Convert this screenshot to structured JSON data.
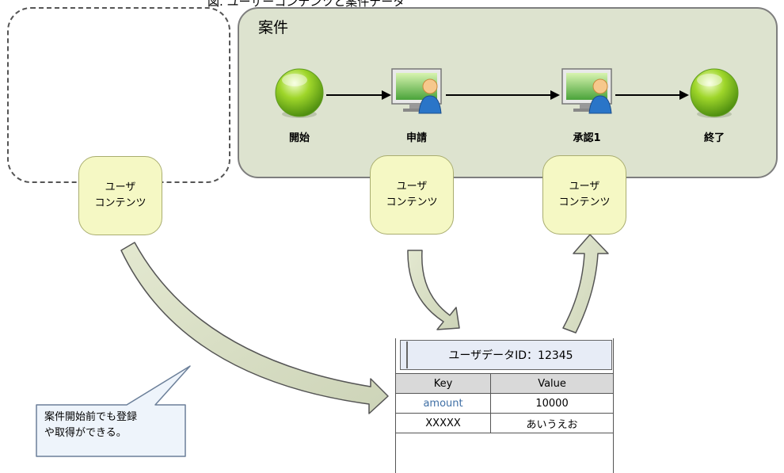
{
  "caption": "図. ユーザーコンテンツと案件データ",
  "case_area": {
    "title": "案件"
  },
  "flow_nodes": [
    {
      "label": "開始",
      "icon": "green-ball-icon"
    },
    {
      "label": "申請",
      "icon": "user-monitor-icon"
    },
    {
      "label": "承認1",
      "icon": "user-monitor-icon"
    },
    {
      "label": "終了",
      "icon": "green-ball-icon"
    }
  ],
  "user_contents": [
    {
      "line1": "ユーザ",
      "line2": "コンテンツ"
    },
    {
      "line1": "ユーザ",
      "line2": "コンテンツ"
    },
    {
      "line1": "ユーザ",
      "line2": "コンテンツ"
    }
  ],
  "data_table": {
    "title": "ユーザデータID：12345",
    "headers": [
      "Key",
      "Value"
    ],
    "rows": [
      {
        "key": "amount",
        "value": "10000"
      },
      {
        "key": "XXXXX",
        "value": "あいうえお"
      }
    ]
  },
  "callout": {
    "line1": "案件開始前でも登録",
    "line2": "や取得ができる。"
  },
  "colors": {
    "case_bg": "#dde3cf",
    "content_bg": "#f5f8c4",
    "table_header_bg": "#e7ecf6",
    "key_blue": "#3f6fa5"
  }
}
